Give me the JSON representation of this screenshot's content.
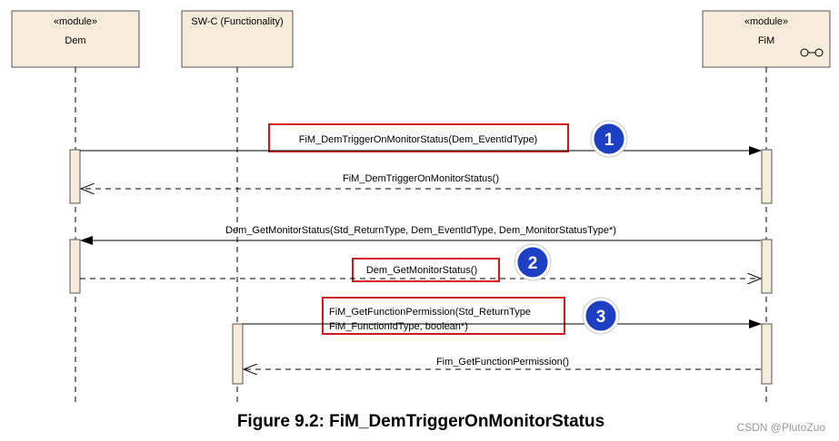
{
  "colors": {
    "box_fill": "#f7ebdc",
    "box_stroke": "#555555",
    "highlight": "#d4161b",
    "badge": "#1d3fc4"
  },
  "lifelines": [
    {
      "stereotype": "«module»",
      "name": "Dem"
    },
    {
      "stereotype": "",
      "name": "SW-C (Functionality)"
    },
    {
      "stereotype": "«module»",
      "name": "FiM",
      "icon": "component-icon"
    }
  ],
  "messages": [
    {
      "label": "FiM_DemTriggerOnMonitorStatus(Dem_EventIdType)",
      "kind": "call"
    },
    {
      "label": "FiM_DemTriggerOnMonitorStatus()",
      "kind": "return"
    },
    {
      "label": "Dem_GetMonitorStatus(Std_ReturnType, Dem_EventIdType, Dem_MonitorStatusType*)",
      "kind": "call"
    },
    {
      "label": "Dem_GetMonitorStatus()",
      "kind": "return"
    },
    {
      "label_line1": "FiM_GetFunctionPermission(Std_ReturnType",
      "label_line2": "FiM_FunctionIdType, boolean*)",
      "kind": "call"
    },
    {
      "label": "Fim_GetFunctionPermission()",
      "kind": "return"
    }
  ],
  "badges": [
    "1",
    "2",
    "3"
  ],
  "caption": "Figure 9.2: FiM_DemTriggerOnMonitorStatus",
  "watermark": "CSDN @PlutoZuo"
}
